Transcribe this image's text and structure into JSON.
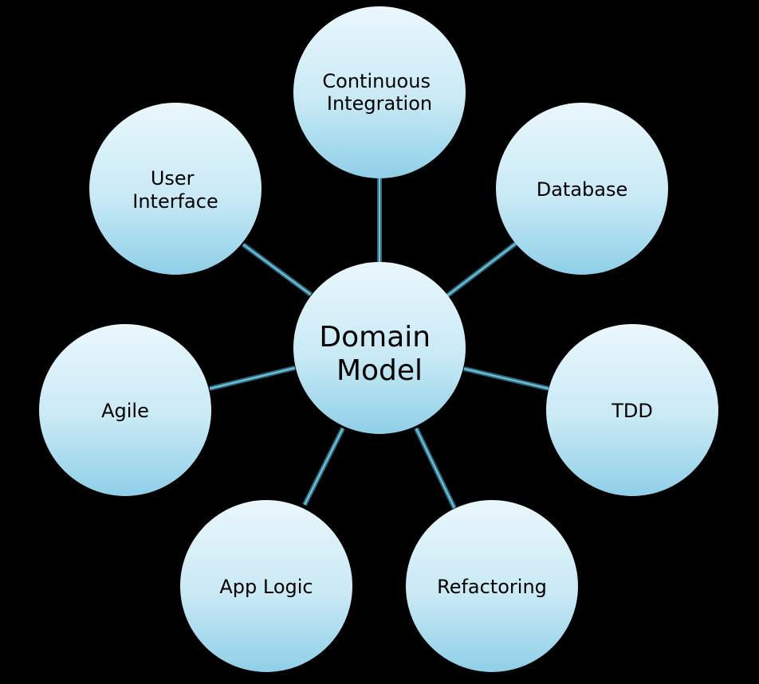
{
  "center": {
    "lines": [
      "Domain",
      "Model"
    ]
  },
  "nodes": [
    {
      "id": "continuous-integration",
      "lines": [
        "Continuous",
        "Integration"
      ]
    },
    {
      "id": "database",
      "lines": [
        "Database"
      ]
    },
    {
      "id": "tdd",
      "lines": [
        "TDD"
      ]
    },
    {
      "id": "refactoring",
      "lines": [
        "Refactoring"
      ]
    },
    {
      "id": "app-logic",
      "lines": [
        "App Logic"
      ]
    },
    {
      "id": "agile",
      "lines": [
        "Agile"
      ]
    },
    {
      "id": "user-interface",
      "lines": [
        "User",
        "Interface"
      ]
    }
  ],
  "colors": {
    "background": "#000000",
    "circle_light": "#eaf7fc",
    "circle_dark": "#8fcfe8",
    "connector": "#2a6f86",
    "text": "#000000"
  }
}
